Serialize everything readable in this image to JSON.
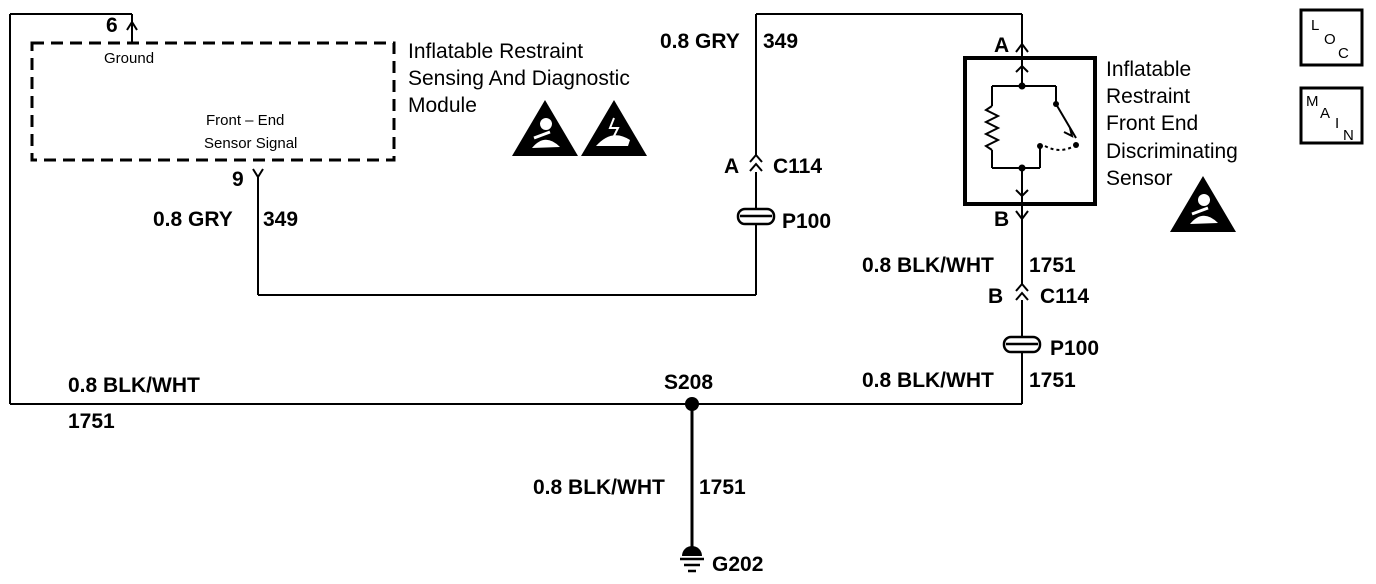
{
  "module": {
    "title_lines": [
      "Inflatable Restraint",
      "Sensing And Diagnostic",
      "Module"
    ],
    "pin_ground_num": "6",
    "pin_ground_label": "Ground",
    "pin_signal_num": "9",
    "pin_signal_label_lines": [
      "Front – End",
      "Sensor Signal"
    ]
  },
  "sensor": {
    "title_lines": [
      "Inflatable",
      "Restraint",
      "Front End",
      "Discriminating",
      "Sensor"
    ],
    "pin_a": "A",
    "pin_b": "B"
  },
  "wires": {
    "gry_left_size": "0.8 GRY",
    "gry_left_circuit": "349",
    "gry_top_size": "0.8 GRY",
    "gry_top_circuit": "349",
    "blk_sensor_size": "0.8 BLK/WHT",
    "blk_sensor_circuit": "1751",
    "blk_lower_right_size": "0.8 BLK/WHT",
    "blk_lower_right_circuit": "1751",
    "blk_left_size": "0.8 BLK/WHT",
    "blk_left_circuit": "1751",
    "blk_ground_size": "0.8 BLK/WHT",
    "blk_ground_circuit": "1751"
  },
  "connectors": {
    "c114_left_pin": "A",
    "c114_left_name": "C114",
    "p100_left": "P100",
    "c114_right_pin": "B",
    "c114_right_name": "C114",
    "p100_right": "P100"
  },
  "splice": {
    "name": "S208"
  },
  "ground": {
    "name": "G202"
  },
  "nav": {
    "loc": {
      "l": "L",
      "o": "O",
      "c": "C"
    },
    "main": {
      "m": "M",
      "a": "A",
      "i": "I",
      "n": "N"
    }
  }
}
